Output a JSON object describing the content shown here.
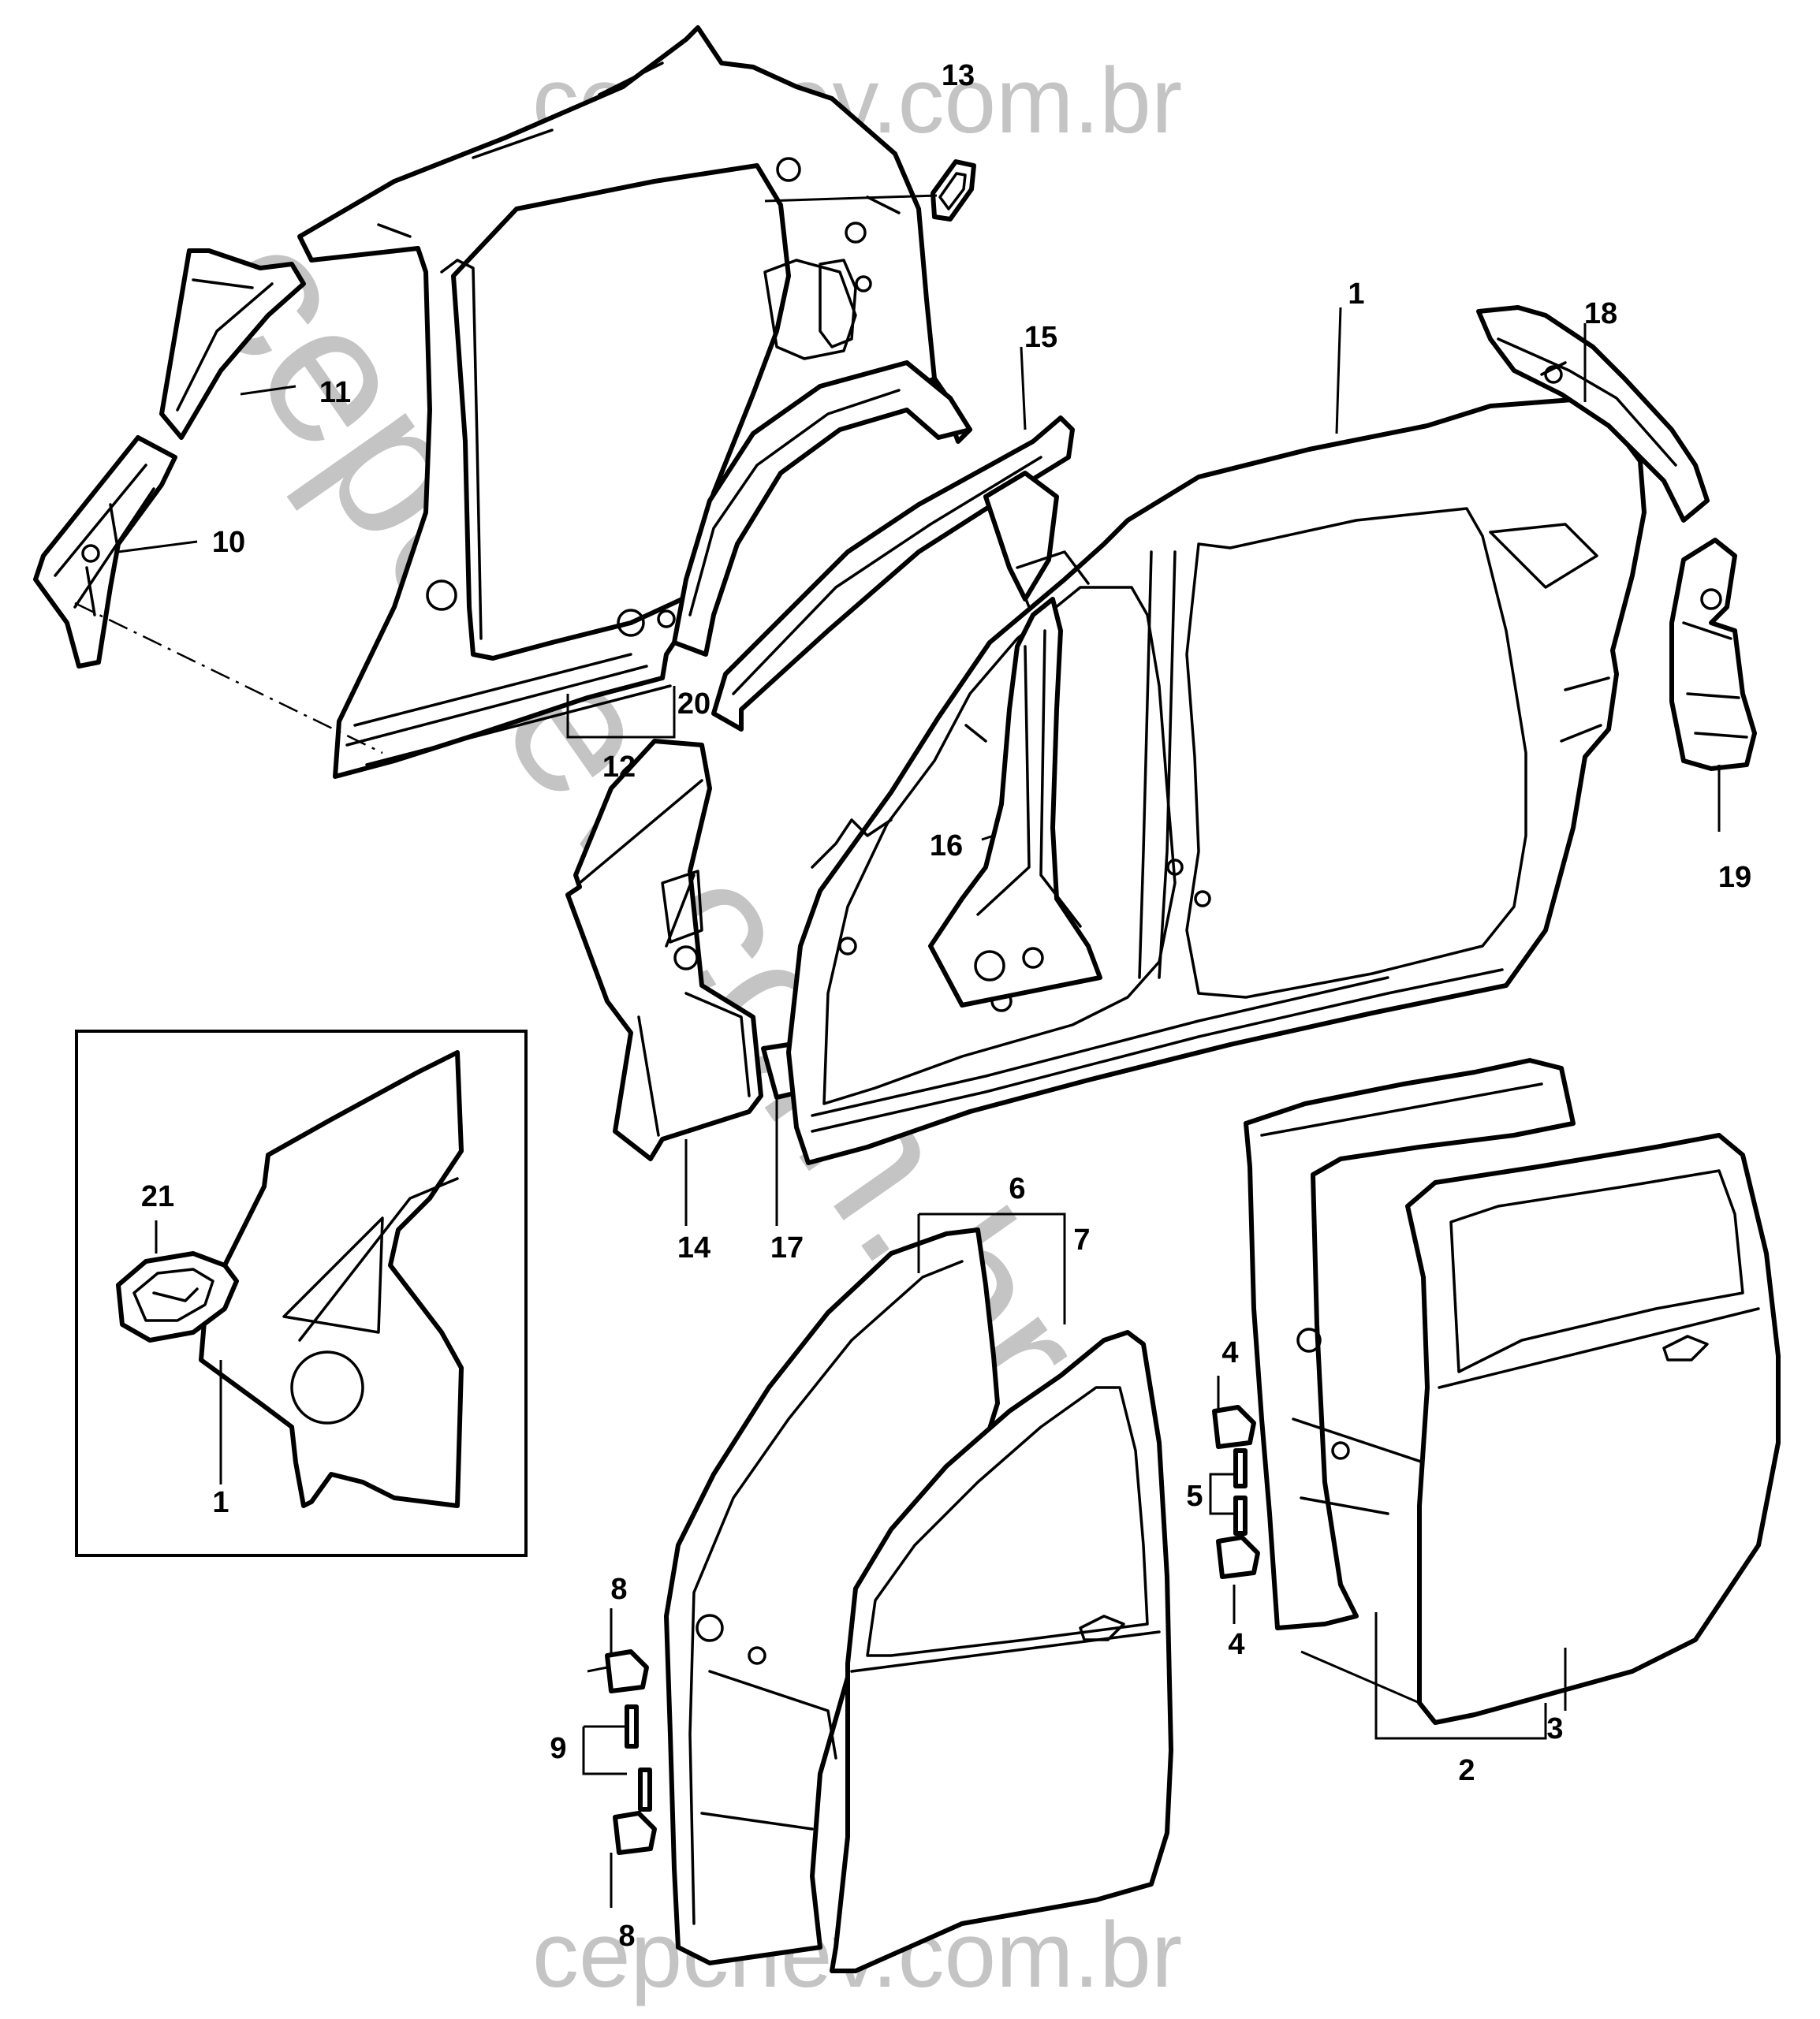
{
  "watermark": {
    "top": "cepchev.com.br",
    "bottom": "cepchev.com.br",
    "diagonal": "cepchev.com.br"
  },
  "colors": {
    "line": "#000000",
    "watermark": "#c4c4c4",
    "background": "#ffffff"
  },
  "callouts": {
    "c1": "1",
    "c1b": "1",
    "c2": "2",
    "c3": "3",
    "c4a": "4",
    "c4b": "4",
    "c5": "5",
    "c6": "6",
    "c7": "7",
    "c8a": "8",
    "c8b": "8",
    "c9": "9",
    "c10": "10",
    "c11": "11",
    "c12": "12",
    "c13": "13",
    "c14": "14",
    "c15": "15",
    "c16": "16",
    "c17": "17",
    "c18": "18",
    "c19": "19",
    "c20": "20",
    "c21": "21"
  }
}
